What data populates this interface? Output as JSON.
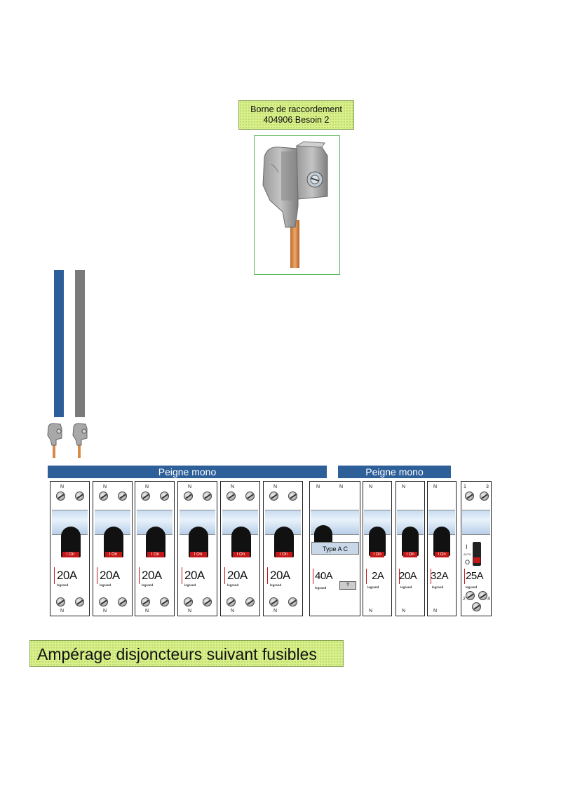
{
  "part_label": {
    "line1": "Borne de raccordement",
    "line2": "404906 Besoin 2"
  },
  "peigne": {
    "left_label": "Peigne mono",
    "right_label": "Peigne mono"
  },
  "breakers": [
    {
      "rating": "20A",
      "top": "N",
      "bottom": "N",
      "switch": "I  On"
    },
    {
      "rating": "20A",
      "top": "N",
      "bottom": "N",
      "switch": "I  On"
    },
    {
      "rating": "20A",
      "top": "N",
      "bottom": "N",
      "switch": "I  On"
    },
    {
      "rating": "20A",
      "top": "N",
      "bottom": "N",
      "switch": "I  On"
    },
    {
      "rating": "20A",
      "top": "N",
      "bottom": "N",
      "switch": "I  On"
    },
    {
      "rating": "20A",
      "top": "N",
      "bottom": "N",
      "switch": "I  On"
    }
  ],
  "differential": {
    "rating": "40A",
    "type": "Type A C",
    "test": "T",
    "top_left": "N",
    "top_right": "N"
  },
  "small_breakers": [
    {
      "rating": "2A",
      "top": "N",
      "bottom": "N",
      "switch": "I  On"
    },
    {
      "rating": "20A",
      "top": "N",
      "bottom": "N",
      "switch": "I  On"
    },
    {
      "rating": "32A",
      "top": "N",
      "bottom": "N",
      "switch": "I  On"
    }
  ],
  "contactor": {
    "rating": "25A",
    "t1": "1",
    "t3": "3",
    "t2": "2",
    "t4": "4",
    "pos_on": "I",
    "pos_auto": "AUTO",
    "pos_off": "O"
  },
  "brand": "legrand",
  "note": "Ampérage disjoncteurs suivant fusibles",
  "colors": {
    "peigne": "#2d5f98",
    "bar_blue": "#2c5f9a",
    "bar_grey": "#7a7a7a",
    "callout": "#d8f08a"
  }
}
